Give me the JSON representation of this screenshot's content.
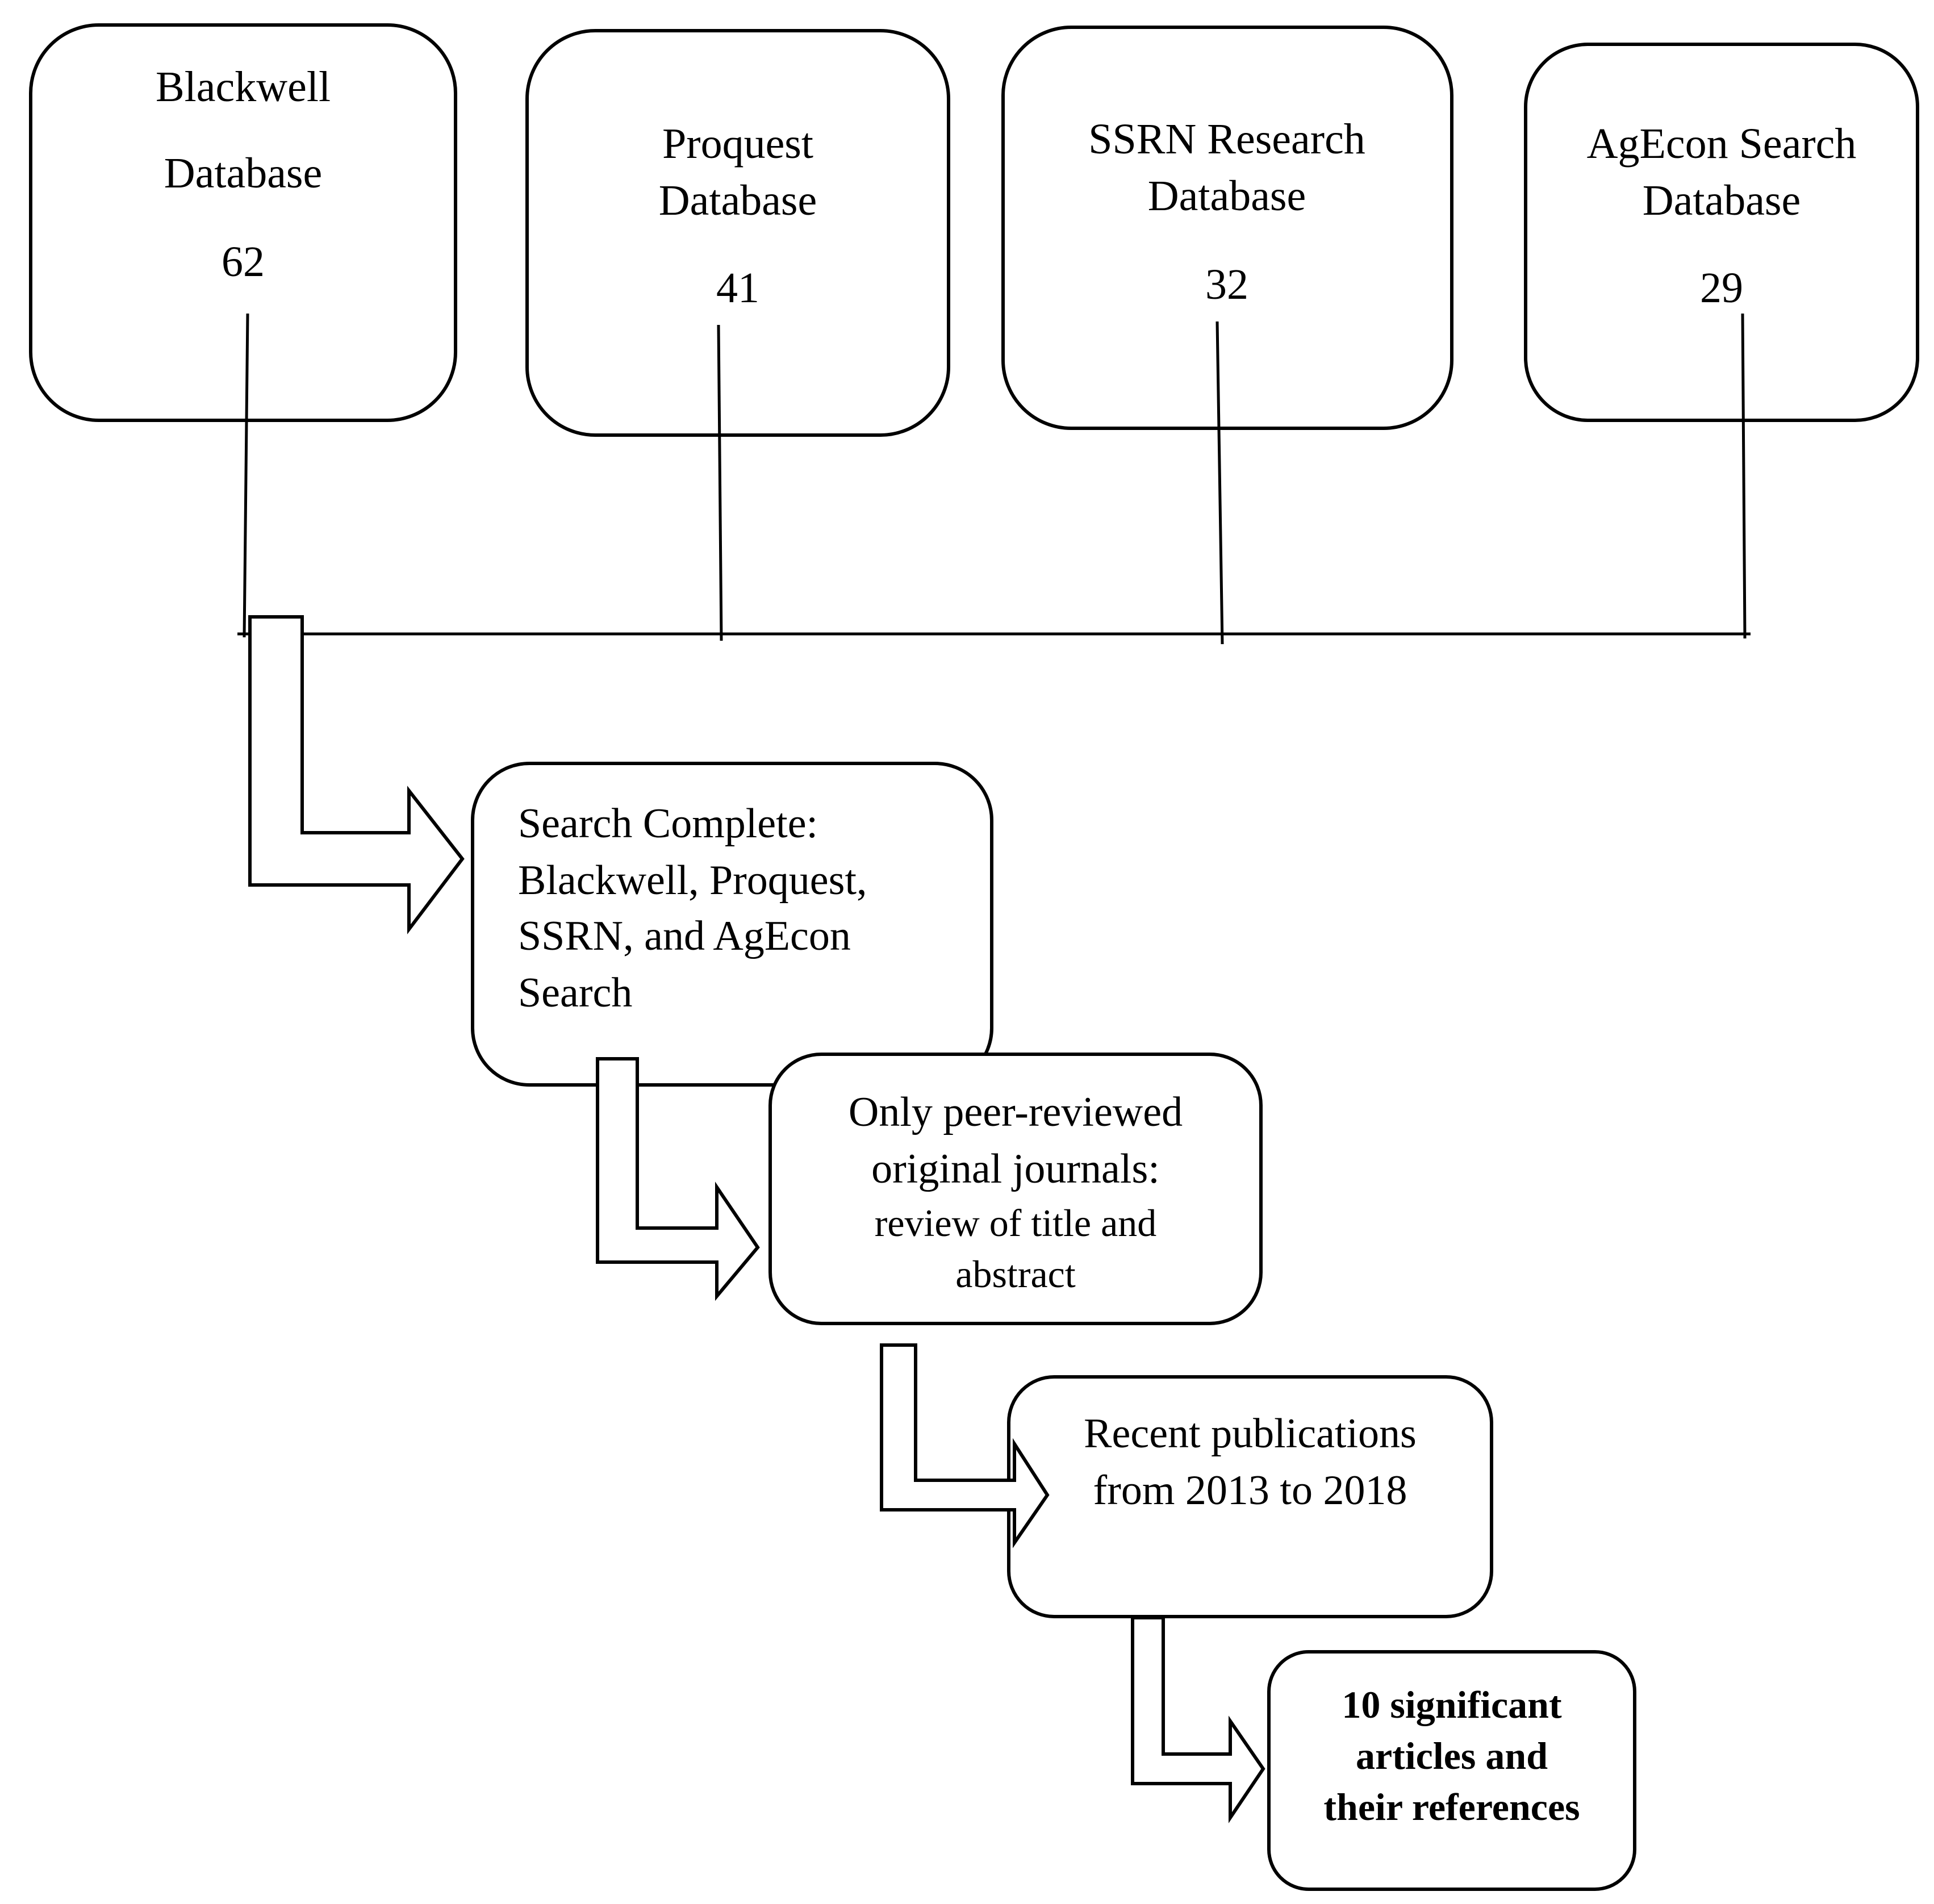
{
  "databases": [
    {
      "lines": [
        "Blackwell",
        "Database"
      ],
      "count": "62"
    },
    {
      "lines": [
        "Proquest",
        "Database"
      ],
      "count": "41"
    },
    {
      "lines": [
        "SSRN Research",
        "Database"
      ],
      "count": "32"
    },
    {
      "lines": [
        "AgEcon Search",
        "Database"
      ],
      "count": "29"
    }
  ],
  "steps": [
    {
      "lines": [
        "Search Complete:",
        "Blackwell, Proquest,",
        "SSRN, and AgEcon",
        "Search"
      ]
    },
    {
      "lines": [
        "Only peer-reviewed",
        "original journals:"
      ],
      "sub_lines": [
        "review of title and",
        "abstract"
      ]
    },
    {
      "lines": [
        "Recent publications",
        "from 2013 to 2018"
      ]
    },
    {
      "lines": [
        "10 significant",
        "articles and",
        "their references"
      ]
    }
  ]
}
